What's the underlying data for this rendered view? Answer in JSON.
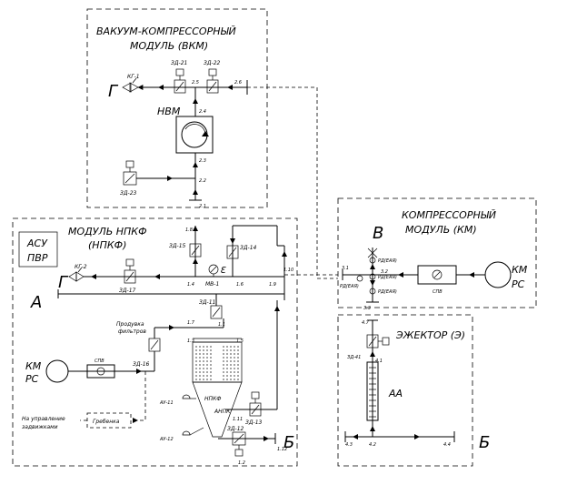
{
  "modules": {
    "vkm": {
      "title_line1": "ВАКУУМ-КОМПРЕССОРНЫЙ",
      "title_line2": "МОДУЛЬ (ВКМ)"
    },
    "npkf": {
      "title_line1": "МОДУЛЬ НПКФ",
      "title_line2": "(НПКФ)"
    },
    "km": {
      "title_line1": "КОМПРЕССОРНЫЙ",
      "title_line2": "МОДУЛЬ (КМ)"
    },
    "ejector": {
      "title": "ЭЖЕКТОР (Э)"
    }
  },
  "asu": {
    "line1": "АСУ",
    "line2": "ПВР"
  },
  "big_letters": {
    "g_top": "Г",
    "g_mid": "Г",
    "a": "А",
    "v": "В",
    "b_left": "Б",
    "b_right": "Б"
  },
  "equipment": {
    "nvm": "НВМ",
    "kmrs_left_1": "КМ",
    "kmrs_left_2": "РС",
    "kmrs_right_1": "КМ",
    "kmrs_right_2": "РС",
    "spv": "СПВ",
    "mv1": "МВ-1",
    "npkf": "НПКФ",
    "anpk": "АНПК",
    "aa": "АА",
    "grebenka": "Гребенка",
    "produvka_1": "Продувка",
    "produvka_2": "фильтров",
    "upravlenie_1": "На управление",
    "upravlenie_2": "задвижками"
  },
  "valves": {
    "zd21": "ЗД-21",
    "zd22": "ЗД-22",
    "zd23": "ЗД-23",
    "zd15": "ЗД-15",
    "zd14": "ЗД-14",
    "zd17": "ЗД-17",
    "zd11": "ЗД-11",
    "zd16": "ЗД-16",
    "zd13": "ЗД-13",
    "zd12": "ЗД-12",
    "zd41": "ЗД-41",
    "kg1": "КГ-1",
    "kg2": "КГ-2",
    "au11": "АУ-11",
    "au12": "АУ-12",
    "rd1": "РД(ЕАЯ)",
    "rd2": "РД(ЕАЯ)",
    "rd3": "РД(ЕАЯ)",
    "rd4": "РД(ЕАЯ)"
  },
  "points": {
    "p21": "2.1",
    "p22": "2.2",
    "p23": "2.3",
    "p24": "2.4",
    "p25": "2.5",
    "p26": "2.6",
    "p11": "1.1",
    "p12": "1.2",
    "p13": "1.3",
    "p14": "1.4",
    "p15": "1.5",
    "p16": "1.6",
    "p17": "1.7",
    "p18": "1.8",
    "p19": "1.9",
    "p110": "1.10",
    "p111": "1.11",
    "p112": "1.12",
    "p31": "3.1",
    "p32": "3.2",
    "p33": "3.3",
    "p41": "4.1",
    "p42": "4.2",
    "p43": "4.3",
    "p44": "4.4",
    "p47": "4.7"
  }
}
